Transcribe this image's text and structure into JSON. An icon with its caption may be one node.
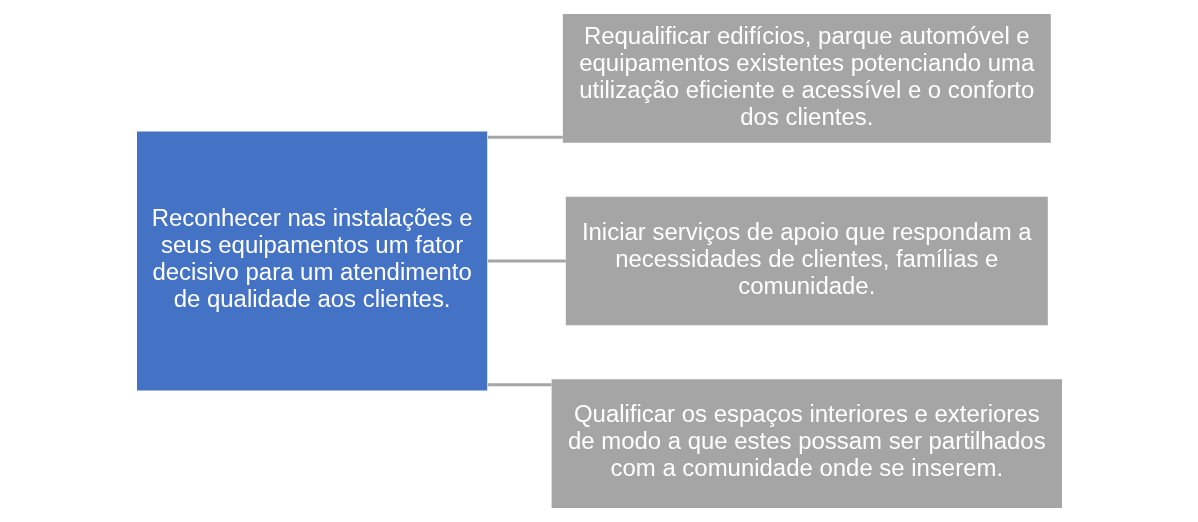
{
  "diagram": {
    "nodes": [
      {
        "text": [
          "Reconhecer nas instalações e seus equipamentos um fator decisivo para um atendimento de qualidade aos clientes."
        ]
      },
      {
        "text": [
          "Requalificar edifícios, parque automóvel e equipamentos existentes potenciando uma utilização eficiente e acessível e o conforto dos clientes."
        ]
      },
      {
        "text": [
          "Iniciar serviços de apoio que respondam a necessidades de clientes, famílias e comunidade."
        ]
      },
      {
        "text": [
          "Qualificar os espaços interiores e exteriores de modo a que estes possam ser partilhados com a comunidade onde se inserem."
        ]
      }
    ],
    "edges": [
      {
        "from": 0,
        "to": 1,
        "arrow": "none"
      },
      {
        "from": 0,
        "to": 2,
        "arrow": "none"
      },
      {
        "from": 0,
        "to": 3,
        "arrow": "none"
      }
    ]
  }
}
